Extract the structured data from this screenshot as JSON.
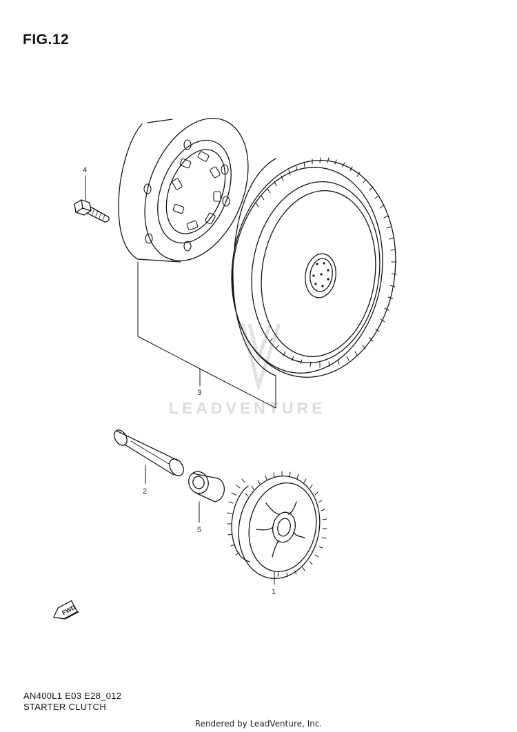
{
  "figure": {
    "title": "FIG.12",
    "model_code": "AN400L1 E03 E28_012",
    "section_name": "STARTER CLUTCH"
  },
  "callouts": [
    {
      "id": "1",
      "label": "1"
    },
    {
      "id": "2",
      "label": "2"
    },
    {
      "id": "3",
      "label": "3"
    },
    {
      "id": "4",
      "label": "4"
    },
    {
      "id": "5",
      "label": "5"
    }
  ],
  "watermark": {
    "text": "LEADVENTURE"
  },
  "direction_badge": {
    "text": "FWD"
  },
  "footer": {
    "text": "Rendered by LeadVenture, Inc."
  },
  "colors": {
    "line": "#111111",
    "watermark": "#dcdcdc",
    "background": "#ffffff"
  }
}
